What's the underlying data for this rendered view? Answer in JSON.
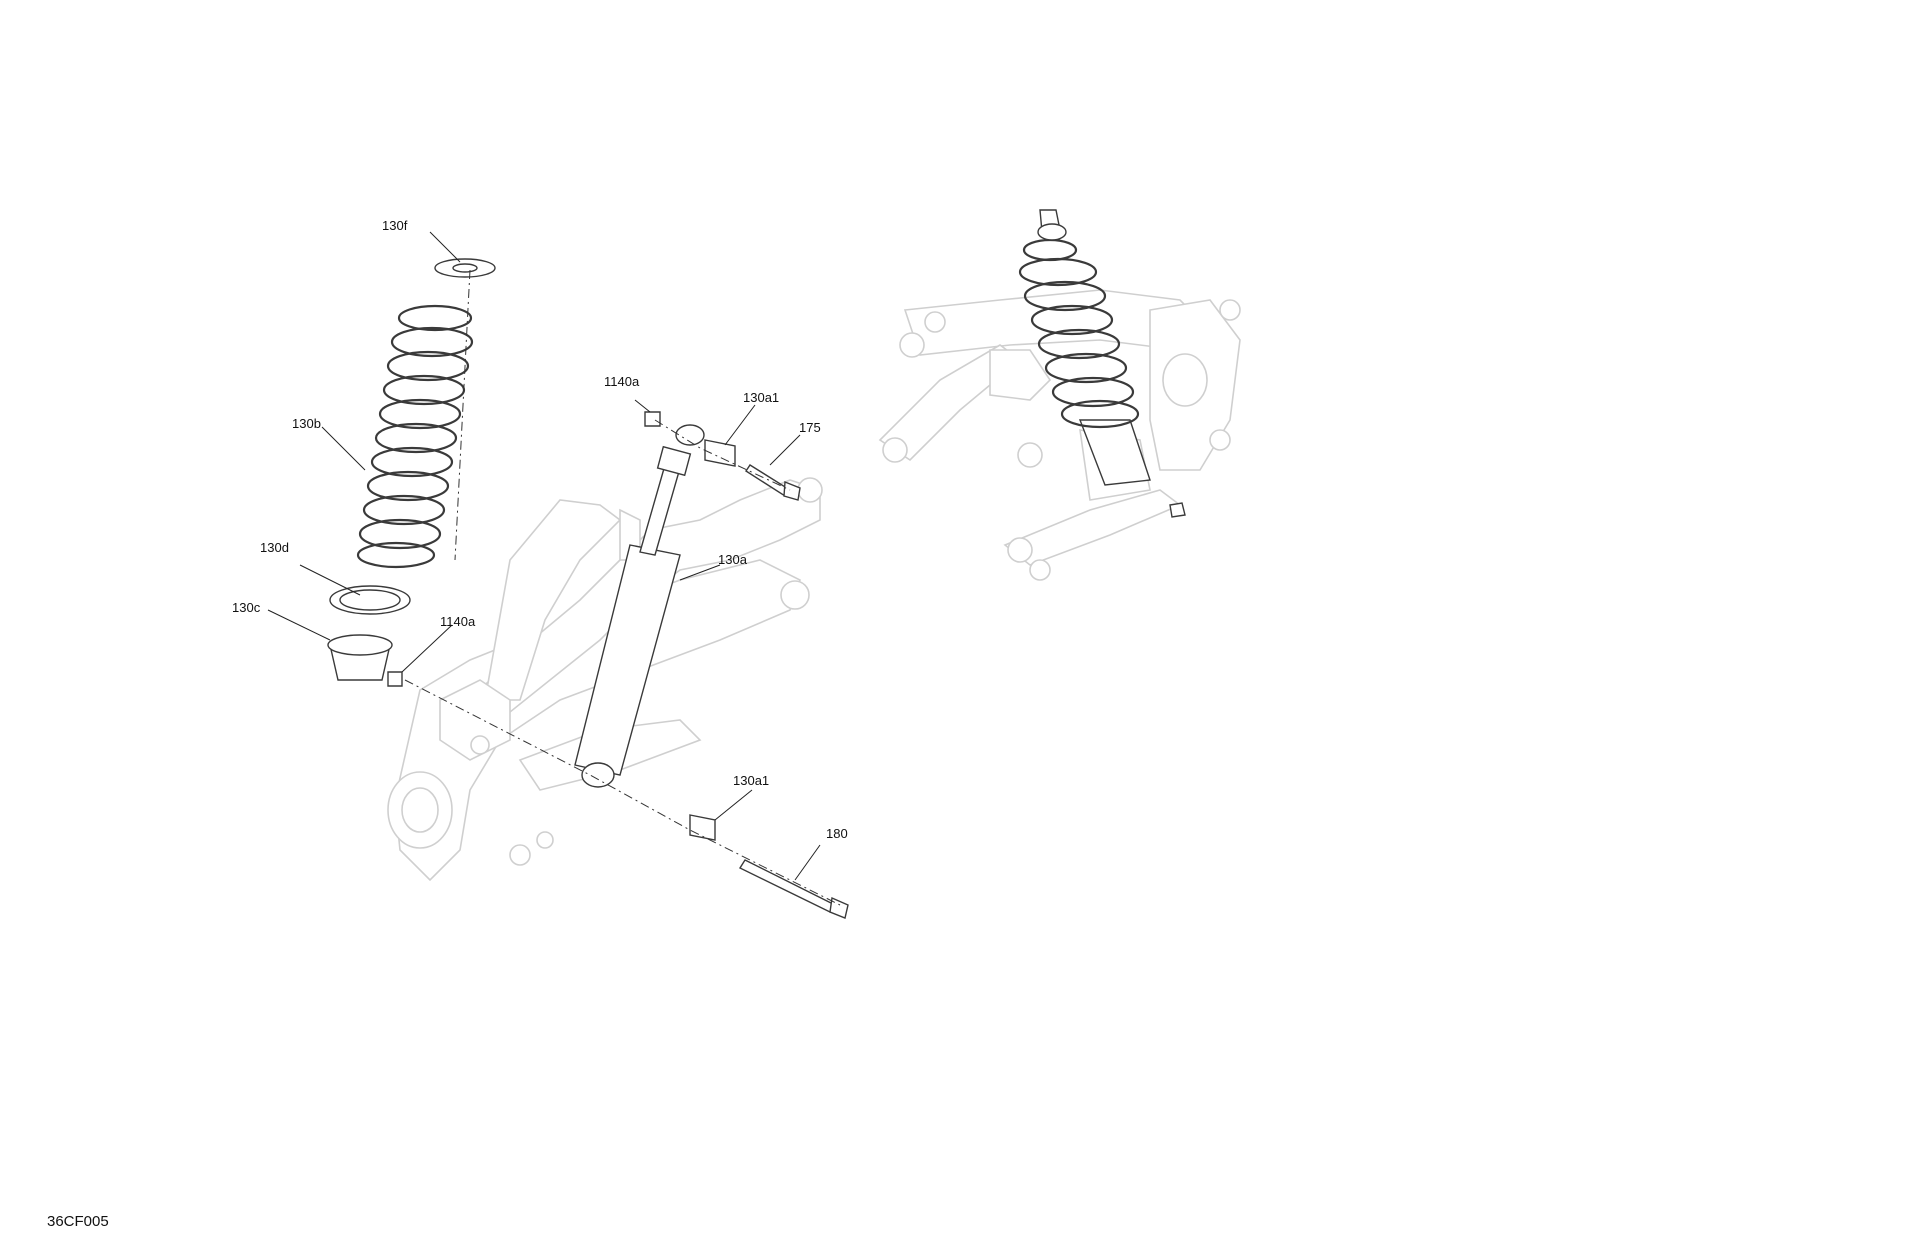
{
  "diagram": {
    "part_labels": {
      "spring_retainer": "130f",
      "spring": "130b",
      "nut_upper": "1140a",
      "bushing_upper": "130a1",
      "bolt_upper": "175",
      "spring_seat": "130d",
      "spring_stopper": "130c",
      "nut_lower": "1140a",
      "shock_absorber": "130a",
      "bushing_lower": "130a1",
      "bolt_lower": "180"
    },
    "drawing_code": "36CF005"
  }
}
